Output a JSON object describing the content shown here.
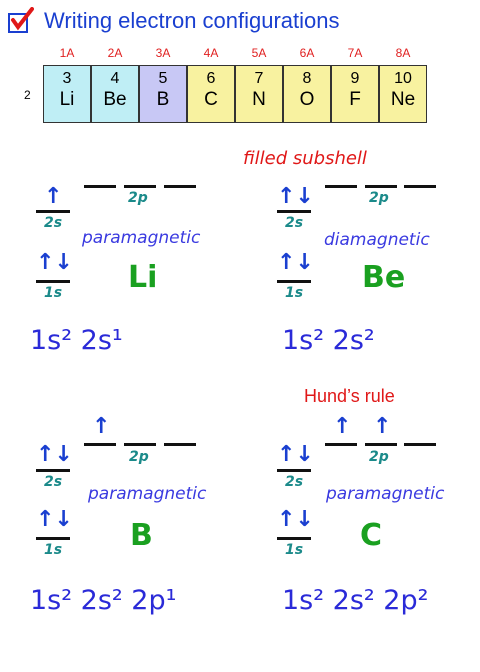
{
  "title": {
    "text": "Writing electron configurations"
  },
  "groups": [
    "1A",
    "2A",
    "3A",
    "4A",
    "5A",
    "6A",
    "7A",
    "8A"
  ],
  "period": "2",
  "elements": [
    {
      "num": "3",
      "sym": "Li",
      "color": "#bfeef5"
    },
    {
      "num": "4",
      "sym": "Be",
      "color": "#bfeef5"
    },
    {
      "num": "5",
      "sym": "B",
      "color": "#c8c8f5"
    },
    {
      "num": "6",
      "sym": "C",
      "color": "#f8f2a0"
    },
    {
      "num": "7",
      "sym": "N",
      "color": "#f8f2a0"
    },
    {
      "num": "8",
      "sym": "O",
      "color": "#f8f2a0"
    },
    {
      "num": "9",
      "sym": "F",
      "color": "#f8f2a0"
    },
    {
      "num": "10",
      "sym": "Ne",
      "color": "#f8f2a0"
    }
  ],
  "panels": {
    "li": {
      "label_2p": "2p",
      "label_2s": "2s",
      "label_1s": "1s",
      "arrow_2s": "↑",
      "arrow_1s": "↑↓",
      "magnetism": "paramagnetic",
      "symbol": "Li",
      "config": "1s² 2s¹"
    },
    "be": {
      "note": "filled subshell",
      "label_2p": "2p",
      "label_2s": "2s",
      "label_1s": "1s",
      "arrow_2s": "↑↓",
      "arrow_1s": "↑↓",
      "magnetism": "diamagnetic",
      "symbol": "Be",
      "config": "1s² 2s²"
    },
    "b": {
      "label_2p": "2p",
      "label_2s": "2s",
      "label_1s": "1s",
      "arrow_2p1": "↑",
      "arrow_2s": "↑↓",
      "arrow_1s": "↑↓",
      "magnetism": "paramagnetic",
      "symbol": "B",
      "config": "1s² 2s² 2p¹"
    },
    "c": {
      "note": "Hund’s rule",
      "label_2p": "2p",
      "label_2s": "2s",
      "label_1s": "1s",
      "arrow_2p1": "↑",
      "arrow_2p2": "↑",
      "arrow_2s": "↑↓",
      "arrow_1s": "↑↓",
      "magnetism": "paramagnetic",
      "symbol": "C",
      "config": "1s² 2s² 2p²"
    }
  },
  "colors": {
    "title": "#1a3fd0",
    "group_label": "#e02020",
    "orbital_label": "#1b8a8a",
    "symbol": "#1aa020",
    "config": "#2a2ad8",
    "note": "#e01818"
  }
}
